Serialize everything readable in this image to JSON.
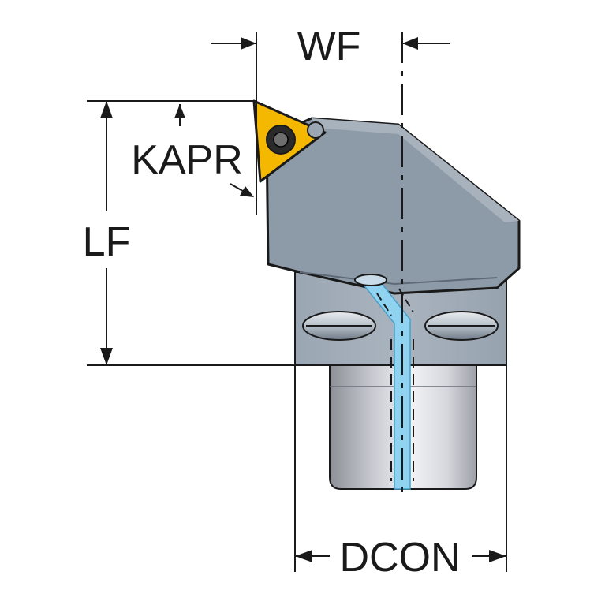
{
  "labels": {
    "wf": "WF",
    "kapr": "KAPR",
    "lf": "LF",
    "dcon": "DCON"
  },
  "colors": {
    "head_body": "#8d9aa8",
    "head_edge": "#1a1a1a",
    "insert": "#f5b800",
    "coolant": "#8fd3f0",
    "shank_light": "#e8e8ec",
    "shank_dark": "#9ea0a8"
  },
  "icons": {
    "insert": "triangular-insert-icon",
    "screw": "torx-screw-icon"
  }
}
